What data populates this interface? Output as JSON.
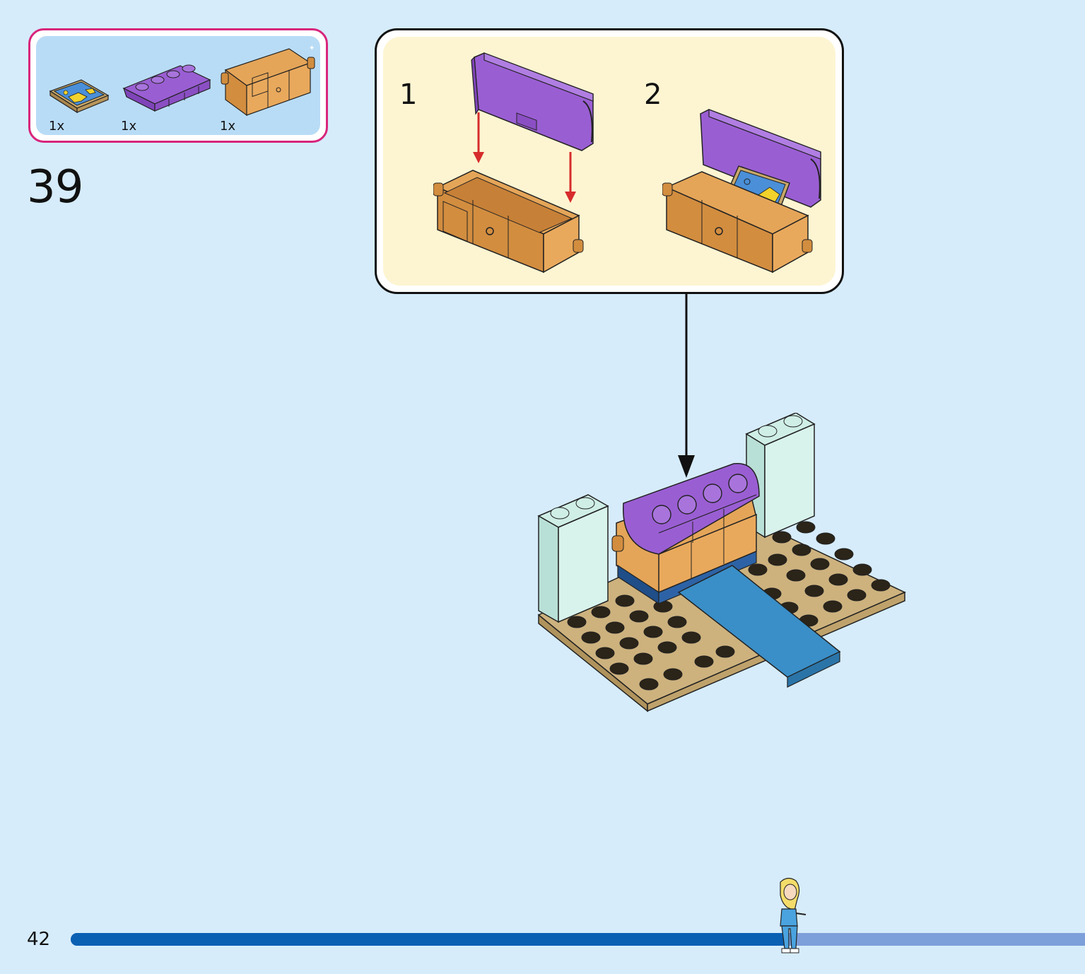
{
  "page": {
    "background": "#d6ecfb",
    "number": "42",
    "step": "39"
  },
  "parts_list": {
    "border_color": "#d8257b",
    "items": [
      {
        "name": "map-tile",
        "qty": "1x"
      },
      {
        "name": "purple-chest-lid",
        "qty": "1x"
      },
      {
        "name": "treasure-chest-bottom",
        "qty": "1x"
      }
    ]
  },
  "sub_assembly": {
    "steps": [
      "1",
      "2"
    ]
  },
  "progress": {
    "fraction": 0.707,
    "fill_color": "#0a60b3",
    "track_color": "#7d9fda"
  }
}
